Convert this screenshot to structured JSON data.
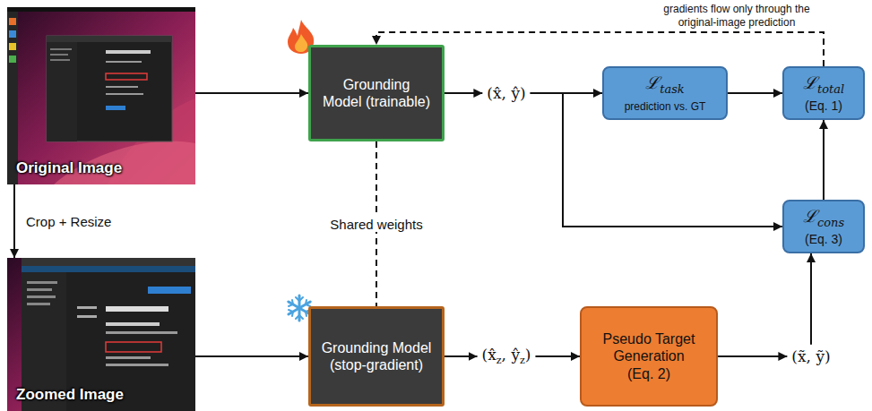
{
  "diagram": {
    "nodes": [
      {
        "text": [
          "Original Image"
        ]
      },
      {
        "text": [
          "Zoomed Image"
        ]
      },
      {
        "text": [
          "Grounding Model (trainable)"
        ]
      },
      {
        "text": [
          "Grounding Model (stop-gradient)"
        ]
      },
      {
        "text": [
          "(x̂, ŷ)"
        ]
      },
      {
        "text": [
          "(x̂",
          "z",
          ", ŷ",
          "z",
          ")"
        ]
      },
      {
        "text": [
          "ℒ",
          "task",
          "prediction vs. GT"
        ]
      },
      {
        "text": [
          "Pseudo Target Generation",
          "(Eq. 2)"
        ]
      },
      {
        "text": [
          "(x̃, ỹ)"
        ]
      },
      {
        "text": [
          "ℒ",
          "total",
          "(Eq. 1)"
        ]
      },
      {
        "text": [
          "ℒ",
          "cons",
          "(Eq. 3)"
        ]
      }
    ],
    "edges": [
      {
        "from": 0,
        "to": 2,
        "arrow": "to"
      },
      {
        "from": 0,
        "to": 1,
        "arrow": "to",
        "label": "Crop + Resize"
      },
      {
        "from": 1,
        "to": 3,
        "arrow": "to"
      },
      {
        "from": 2,
        "to": 4,
        "arrow": "to"
      },
      {
        "from": 4,
        "to": 6,
        "arrow": "to"
      },
      {
        "from": 6,
        "to": 9,
        "arrow": "to"
      },
      {
        "from": 4,
        "to": 10,
        "arrow": "to"
      },
      {
        "from": 3,
        "to": 5,
        "arrow": "to"
      },
      {
        "from": 5,
        "to": 7,
        "arrow": "to"
      },
      {
        "from": 7,
        "to": 8,
        "arrow": "to"
      },
      {
        "from": 8,
        "to": 10,
        "arrow": "to"
      },
      {
        "from": 10,
        "to": 9,
        "arrow": "to"
      },
      {
        "from": 9,
        "to": 2,
        "arrow": "to",
        "label": "gradients flow only through the original-image prediction"
      },
      {
        "from": 2,
        "to": 3,
        "arrow": "none",
        "label": "Shared weights"
      }
    ]
  }
}
